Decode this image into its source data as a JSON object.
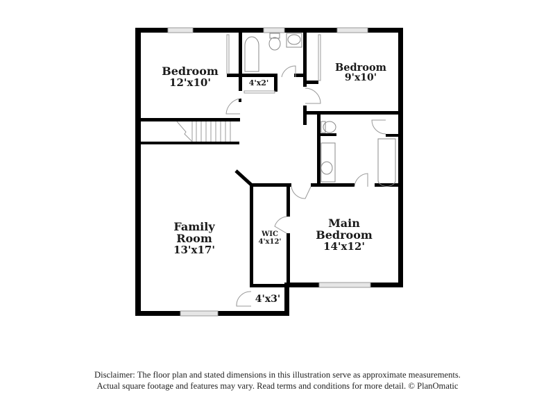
{
  "floor_plan": {
    "rooms": [
      {
        "id": "bedroom-1",
        "name": "Bedroom",
        "dimensions": "12'x10'"
      },
      {
        "id": "bedroom-2",
        "name": "Bedroom",
        "dimensions": "9'x10'"
      },
      {
        "id": "closet-hall",
        "name": "",
        "dimensions": "4'x2'"
      },
      {
        "id": "family-room",
        "name": "Family Room",
        "name_line1": "Family",
        "name_line2": "Room",
        "dimensions": "13'x17'"
      },
      {
        "id": "wic",
        "name": "WIC",
        "dimensions": "4'x12'"
      },
      {
        "id": "main-bedroom",
        "name": "Main Bedroom",
        "name_line1": "Main",
        "name_line2": "Bedroom",
        "dimensions": "14'x12'"
      },
      {
        "id": "closet-small",
        "name": "",
        "dimensions": "4'x3'"
      }
    ],
    "wall_color": "#000000",
    "fixture_color": "#888888",
    "window_color": "#cccccc"
  },
  "disclaimer": {
    "line1": "Disclaimer: The floor plan and stated dimensions in this illustration serve as approximate measurements.",
    "line2": "Actual square footage and features may vary. Read terms and conditions for more detail. © PlanOmatic"
  }
}
